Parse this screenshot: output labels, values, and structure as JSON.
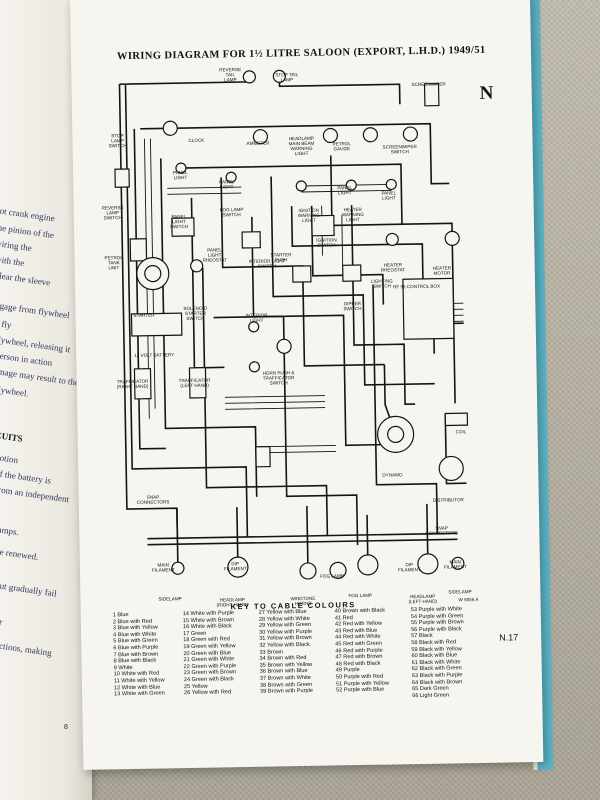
{
  "title": "WIRING DIAGRAM FOR 1½ LITRE SALOON (EXPORT, L.H.D.) 1949/51",
  "section_letter": "N",
  "page_code": "N.17",
  "left_page_no": "8",
  "left_page_text": [
    {
      "t": "not crank engine",
      "head": false
    },
    {
      "t": "the pinion of the",
      "head": false
    },
    {
      "t": "wiring the",
      "head": false
    },
    {
      "t": "with the",
      "head": false
    },
    {
      "t": "clear the sleeve",
      "head": false
    },
    {
      "t": "ngage from flywheel",
      "head": false
    },
    {
      "t": "a fly",
      "head": false
    },
    {
      "t": "flywheel, releasing it",
      "head": false
    },
    {
      "t": "person in action",
      "head": false
    },
    {
      "t": "image may result to the",
      "head": false
    },
    {
      "t": "flywheel.",
      "head": false
    },
    {
      "t": "CUITS",
      "head": true
    },
    {
      "t": "notion",
      "head": false
    },
    {
      "t": "of the battery is",
      "head": false
    },
    {
      "t": "from an independent",
      "head": false
    },
    {
      "t": "lamps.",
      "head": false
    },
    {
      "t": "be renewed.",
      "head": false
    },
    {
      "t": "but gradually fail",
      "head": false
    },
    {
      "t": "ar",
      "head": false
    },
    {
      "t": "ections, making",
      "head": false
    }
  ],
  "diagram_labels": [
    {
      "id": "reverse-tail-lamp",
      "t": "REVERSE\nTAIL\nLAMP"
    },
    {
      "id": "stop-tail-lamp",
      "t": "STOP TAIL\nLAMP"
    },
    {
      "id": "screenwiper",
      "t": "SCREENWIPER"
    },
    {
      "id": "stop-lamp-switch",
      "t": "STOP\nLAMP\nSWITCH"
    },
    {
      "id": "clock",
      "t": "CLOCK"
    },
    {
      "id": "ammeter",
      "t": "AMMETER"
    },
    {
      "id": "headlamp-main-beam",
      "t": "HEADLAMP\nMAIN BEAM\nWARNING\nLIGHT"
    },
    {
      "id": "petrol-gauge",
      "t": "PETROL\nGAUGE"
    },
    {
      "id": "screenwiper-switch",
      "t": "SCREENWIPER\nSWITCH"
    },
    {
      "id": "panel-light-1",
      "t": "PANEL\nLIGHT"
    },
    {
      "id": "panel-light-2",
      "t": "PANEL\nLIGHT"
    },
    {
      "id": "panel-light-3",
      "t": "PANEL\nLIGHT"
    },
    {
      "id": "panel-light-4",
      "t": "PANEL\nLIGHT"
    },
    {
      "id": "reverse-lamp-switch",
      "t": "REVERSE\nLAMP\nSWITCH"
    },
    {
      "id": "fog-lamp-switch",
      "t": "FOG LAMP\nSWITCH"
    },
    {
      "id": "ignition-warning-light",
      "t": "IGNITION\nWARNING\nLIGHT"
    },
    {
      "id": "heater-warning-light",
      "t": "HEATER\nWARNING\nLIGHT"
    },
    {
      "id": "panel-light-switch",
      "t": "PANEL\nLIGHT\nSWITCH"
    },
    {
      "id": "petrol-tank-unit",
      "t": "PETROL\nTANK\nUNIT"
    },
    {
      "id": "panel-light-rheostat",
      "t": "PANEL\nLIGHT\nRHEOSTAT"
    },
    {
      "id": "starter-push",
      "t": "STARTER\nPUSH"
    },
    {
      "id": "ignition-switch",
      "t": "IGNITION\nSWITCH"
    },
    {
      "id": "heater-rheostat",
      "t": "HEATER\nRHEOSTAT"
    },
    {
      "id": "heater-motor",
      "t": "HEATER\nMOTOR"
    },
    {
      "id": "lighting-switch",
      "t": "LIGHTING\nSWITCH"
    },
    {
      "id": "interior-light-switch",
      "t": "INTERIOR LIGHT\nSWITCH"
    },
    {
      "id": "dipper-switch",
      "t": "DIPPER\nSWITCH"
    },
    {
      "id": "control-box",
      "t": "RF 95 CONTROL BOX"
    },
    {
      "id": "starter",
      "t": "STARTER"
    },
    {
      "id": "solenoid-starter-switch",
      "t": "SOLENOID\nSTARTER\nSWITCH"
    },
    {
      "id": "interior-light",
      "t": "INTERIOR\nLIGHT"
    },
    {
      "id": "battery",
      "t": "12 VOLT BATTERY"
    },
    {
      "id": "horn-push",
      "t": "HORN PUSH &\nTRAFFICATOR\nSWITCH"
    },
    {
      "id": "trafficator-rh",
      "t": "TRAFFICATOR\n(RIGHT HAND)"
    },
    {
      "id": "trafficator-lh",
      "t": "TRAFFICATOR\n(LEFT HAND)"
    },
    {
      "id": "dynamo",
      "t": "DYNAMO"
    },
    {
      "id": "coil",
      "t": "COIL"
    },
    {
      "id": "distributor",
      "t": "DISTRIBUTOR"
    },
    {
      "id": "snap-connectors-l",
      "t": "SNAP\nCONNECTORS"
    },
    {
      "id": "snap-connectors-r",
      "t": "SNAP\nCONNECTORS"
    },
    {
      "id": "main-filament",
      "t": "MAIN\nFILAMENT"
    },
    {
      "id": "dip-filament-l",
      "t": "DIP\nFILAMENT"
    },
    {
      "id": "dip-filament-r",
      "t": "DIP\nFILAMENT"
    },
    {
      "id": "main-filament-r",
      "t": "MAIN\nFILAMENT"
    },
    {
      "id": "sidelamp-l",
      "t": "SIDELAMP"
    },
    {
      "id": "sidelamp-r",
      "t": "SIDELAMP"
    },
    {
      "id": "headlamp-rh",
      "t": "HEADLAMP\n(RIGHT HAND)"
    },
    {
      "id": "headlamp-lh",
      "t": "HEADLAMP\n(LEFT HAND)"
    },
    {
      "id": "fog-lamp-1",
      "t": "FOG LAMP"
    },
    {
      "id": "fog-lamp-2",
      "t": "FOG LAMP"
    },
    {
      "id": "windtone-horns",
      "t": "WINDTONE\nHORNS"
    },
    {
      "id": "fig-no",
      "t": "W 9056 A"
    }
  ],
  "key_title": "KEY TO CABLE COLOURS",
  "key_columns": [
    [
      "1  Blue",
      "2  Blue with Red",
      "3  Blue with Yellow",
      "4  Blue with White",
      "5  Blue with Green",
      "6  Blue with Purple",
      "7  Blue with Brown",
      "8  Blue with Black",
      "9  White",
      "10  White with Red",
      "11  White with Yellow",
      "12  White with Blue",
      "13  White with Green"
    ],
    [
      "14  White with Purple",
      "15  White with Brown",
      "16  White with Black",
      "17  Green",
      "18  Green with Red",
      "19  Green with Yellow",
      "20  Green with Blue",
      "21  Green with White",
      "22  Green with Purple",
      "23  Green with Brown",
      "24  Green with Black",
      "25  Yellow",
      "26  Yellow with Red"
    ],
    [
      "27  Yellow with Blue",
      "28  Yellow with White",
      "29  Yellow with Green",
      "30  Yellow with Purple",
      "31  Yellow with Brown",
      "32  Yellow with Black",
      "33  Brown",
      "34  Brown with Red",
      "35  Brown with Yellow",
      "36  Brown with Blue",
      "37  Brown with White",
      "38  Brown with Green",
      "39  Brown with Purple"
    ],
    [
      "40  Brown with Black",
      "41  Red",
      "42  Red with Yellow",
      "43  Red with Blue",
      "44  Red with White",
      "45  Red with Green",
      "46  Red with Purple",
      "47  Red with Brown",
      "48  Red with Black",
      "49  Purple",
      "50  Purple with Red",
      "51  Purple with Yellow",
      "52  Purple with Blue"
    ],
    [
      "53  Purple with White",
      "54  Purple with Green",
      "55  Purple with Brown",
      "56  Purple with Black",
      "57  Black",
      "58  Black with Red",
      "59  Black with Yellow",
      "60  Black with Blue",
      "61  Black with White",
      "62  Black with Green",
      "63  Black with Purple",
      "64  Black with Brown",
      "65  Dark Green",
      "66  Light Green"
    ]
  ]
}
